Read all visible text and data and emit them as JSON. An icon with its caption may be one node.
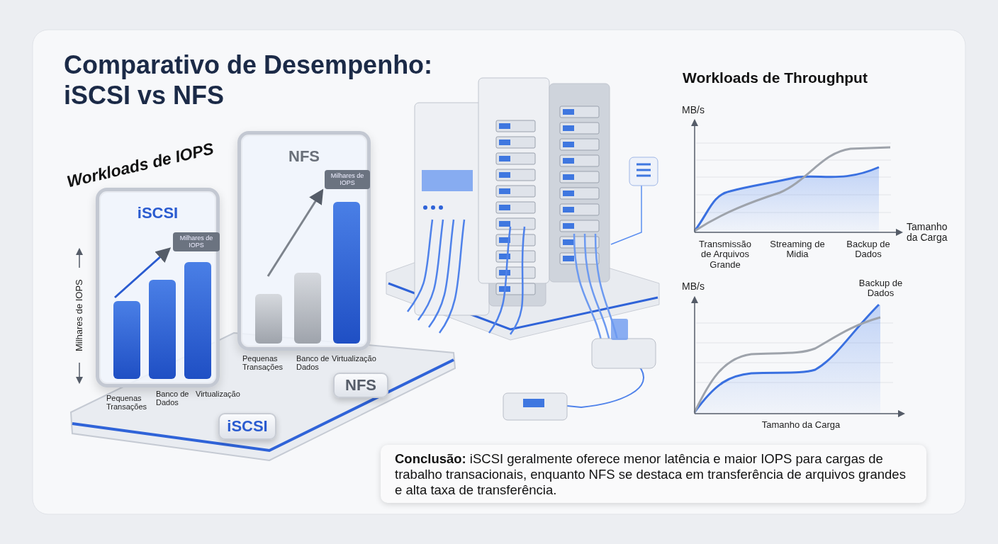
{
  "diagram": {
    "title": "Comparativo de Desempenho: iSCSI vs NFS",
    "nodes": [
      {
        "text": [
          "iSCSI"
        ]
      },
      {
        "text": [
          "Milhares de IOPS"
        ],
        "in": 0
      },
      {
        "text": [
          "NFS"
        ]
      },
      {
        "text": [
          "Milhares de IOPS"
        ],
        "in": 2
      },
      {
        "text": [
          "iSCSI"
        ]
      },
      {
        "text": [
          "NFS"
        ]
      },
      {
        "text": [
          "**Conclusão:** iSCSI geralmente oferece menor latência e maior IOPS para cargas de trabalho transacionais, enquanto NFS se destaca em transferência de arquivos grandes e alta taxa de transferência."
        ]
      }
    ],
    "labels": [
      "Workloads de IOPS",
      "Milhares de IOPS",
      "Pequenas Transações",
      "Banco de Dados",
      "Virtualização",
      "Pequenas Transações",
      "Banco de Dados",
      "Virtualização",
      "Workloads de Throughput",
      "MB/s",
      "Tamanho da Carga",
      "Transmissão de Arquivos Grande",
      "Streaming de Midia",
      "Backup de Dados",
      "MB/s",
      "Backup de Dados",
      "Tamanho da Carga"
    ]
  }
}
